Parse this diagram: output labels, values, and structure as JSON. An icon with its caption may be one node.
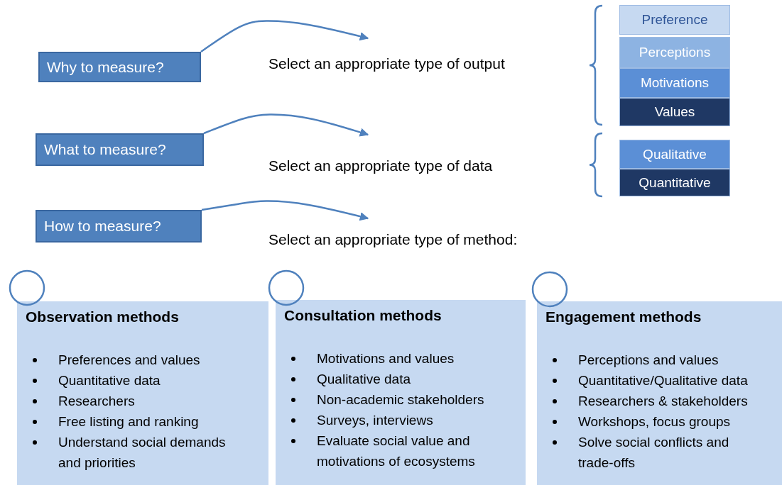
{
  "diagram": {
    "nodes": [
      {
        "text": [
          "Why to measure?"
        ]
      },
      {
        "text": [
          "Select an appropriate type of output"
        ]
      },
      {
        "text": [
          "What to measure?"
        ]
      },
      {
        "text": [
          "Select an appropriate type of data"
        ]
      },
      {
        "text": [
          "How to measure?"
        ]
      },
      {
        "text": [
          "Select an appropriate type of method:"
        ]
      },
      {
        "text": [
          "Preference"
        ]
      },
      {
        "text": [
          "Perceptions"
        ]
      },
      {
        "text": [
          "Motivations"
        ]
      },
      {
        "text": [
          "Values"
        ]
      },
      {
        "text": [
          "Qualitative"
        ]
      },
      {
        "text": [
          "Quantitative"
        ]
      },
      {
        "text": [],
        "shape": "circle"
      },
      {
        "text": [
          "Observation methods",
          "Preferences and values",
          "Quantitative data",
          "Researchers",
          "Free listing and ranking",
          "Understand social demands and priorities"
        ]
      },
      {
        "text": [],
        "shape": "circle"
      },
      {
        "text": [
          "Consultation methods",
          "Motivations and values",
          "Qualitative data",
          "Non-academic stakeholders",
          "Surveys, interviews",
          "Evaluate social value and motivations of ecosystems"
        ]
      },
      {
        "text": [],
        "shape": "circle"
      },
      {
        "text": [
          "Engagement methods",
          "Perceptions and values",
          "Quantitative/Qualitative data",
          "Researchers & stakeholders",
          "Workshops, focus groups",
          "Solve social conflicts and trade-offs"
        ]
      }
    ],
    "edges": [
      {
        "from": 0,
        "to": 1,
        "arrow": "to"
      },
      {
        "from": 2,
        "to": 3,
        "arrow": "to"
      },
      {
        "from": 4,
        "to": 5,
        "arrow": "to"
      }
    ]
  }
}
